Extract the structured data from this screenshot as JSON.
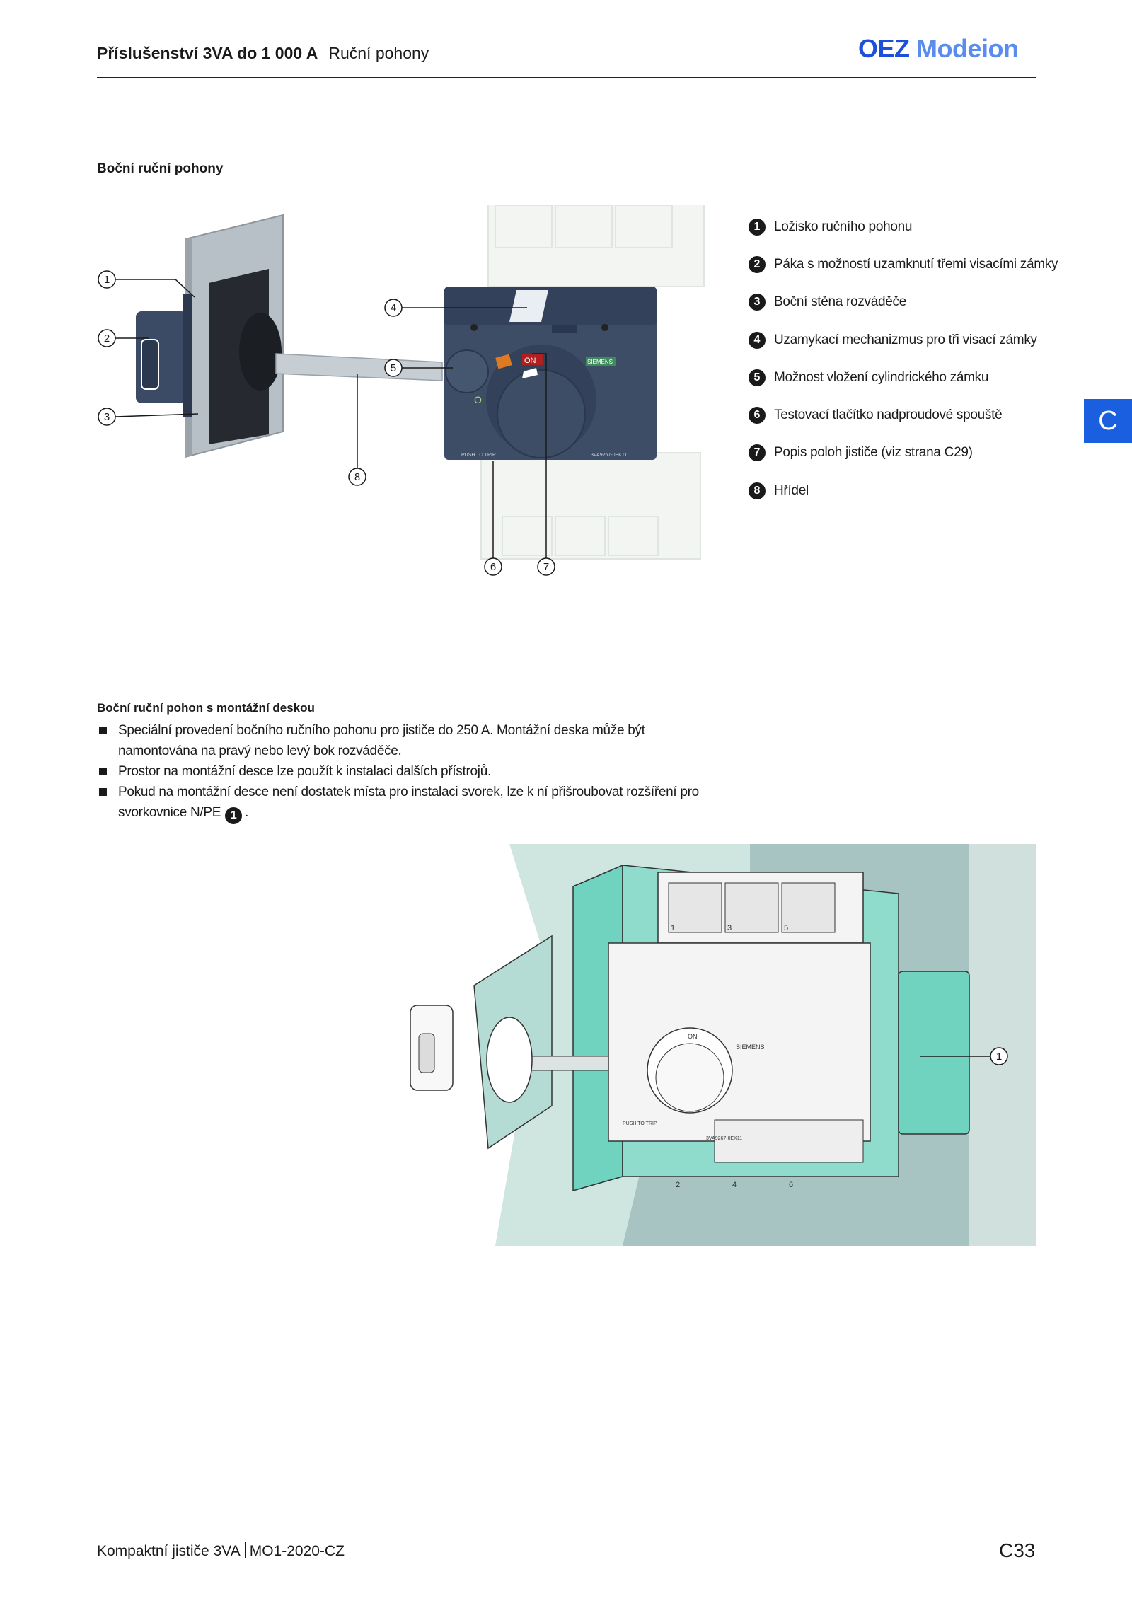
{
  "header": {
    "title_bold": "Příslušenství 3VA do 1 000 A",
    "title_regular": "Ruční pohony",
    "logo_brand": "OEZ",
    "logo_product": "Modeion"
  },
  "section1": {
    "title": "Boční ruční pohony",
    "callout_numbers": [
      "1",
      "2",
      "3",
      "4",
      "5",
      "6",
      "7",
      "8"
    ],
    "device_labels": {
      "on": "ON",
      "brand": "SIEMENS",
      "off": "O",
      "trip": "PUSH TO TRIP",
      "model": "3VA9267-0EK11"
    },
    "legend": [
      {
        "num": "1",
        "text": "Ložisko ručního pohonu"
      },
      {
        "num": "2",
        "text": "Páka s možností uzamknutí třemi visacími zámky"
      },
      {
        "num": "3",
        "text": "Boční stěna rozváděče"
      },
      {
        "num": "4",
        "text": "Uzamykací mechanizmus pro tři visací zámky"
      },
      {
        "num": "5",
        "text": "Možnost vložení cylindrického zámku"
      },
      {
        "num": "6",
        "text": "Testovací tlačítko nadproudové spouště"
      },
      {
        "num": "7",
        "text": "Popis poloh jističe (viz strana C29)"
      },
      {
        "num": "8",
        "text": "Hřídel"
      }
    ]
  },
  "side_tab": "C",
  "section2": {
    "title": "Boční ruční pohon s montážní deskou",
    "bullets": [
      "Speciální provedení bočního ručního pohonu pro jističe do 250 A. Montážní deska může být namontována na pravý nebo levý bok rozváděče.",
      "Prostor na montážní desce lze použít k instalaci dalších přístrojů.",
      "Pokud na montážní desce není dostatek místa pro instalaci svorek, lze k ní přišroubovat rozšíření pro svorkovnice N/PE"
    ],
    "bullet3_ref": "1",
    "bullet3_end": ".",
    "callout": "1",
    "device_labels": {
      "brand": "SIEMENS",
      "on": "ON",
      "trip": "PUSH TO TRIP",
      "model": "3VA9267-0EK11",
      "terminals": [
        "1",
        "3",
        "5",
        "2",
        "4",
        "6"
      ]
    }
  },
  "colors": {
    "accent": "#1a5fe0",
    "logo_blue": "#1d4fd8",
    "device_blue": "#3d4d66",
    "panel_teal": "#6fd3c0",
    "mint_bg": "#cfe6e0"
  },
  "footer": {
    "left_a": "Kompaktní jističe 3VA",
    "left_b": "MO1-2020-CZ",
    "page": "C33"
  }
}
